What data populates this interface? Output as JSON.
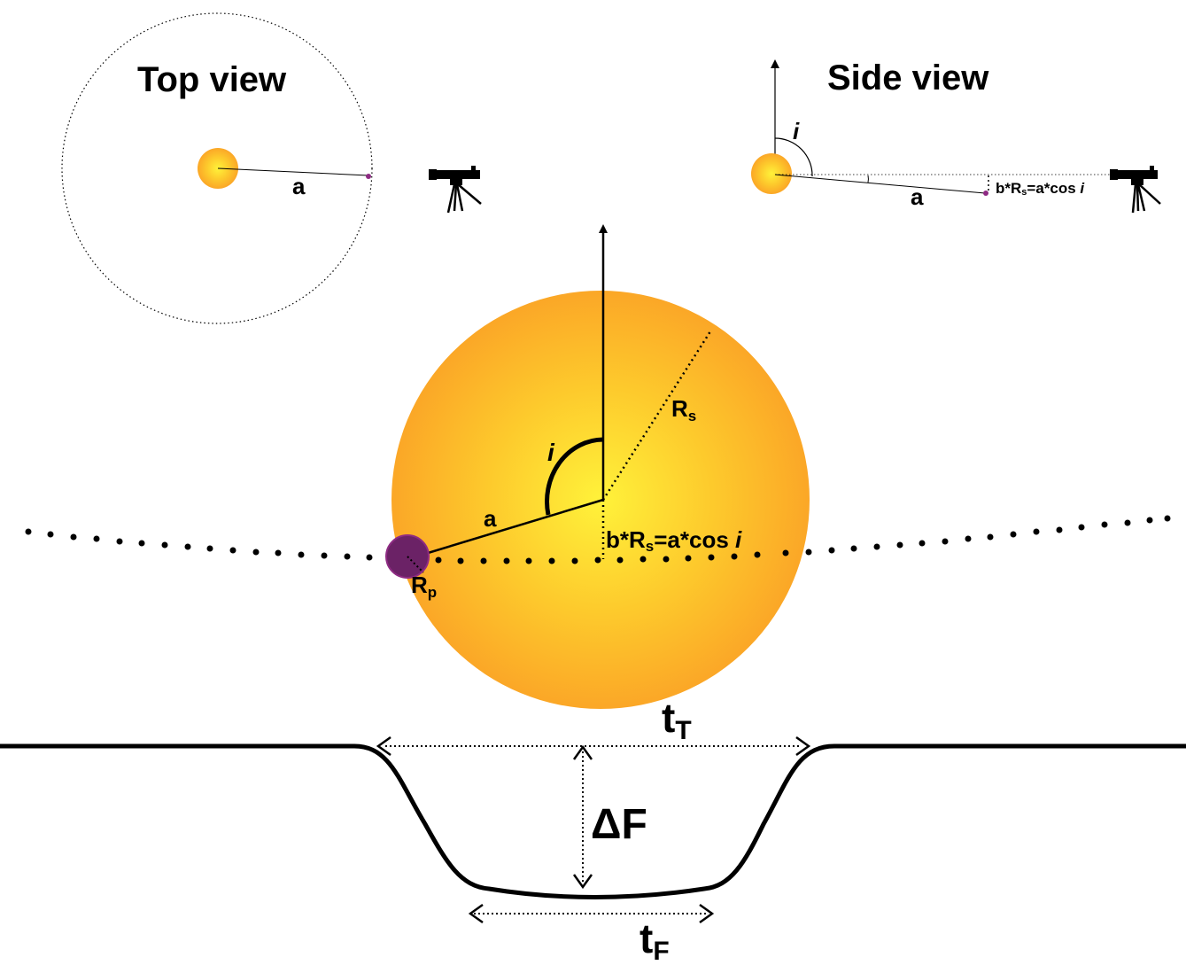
{
  "top_view": {
    "title": "Top view",
    "a_label": "a"
  },
  "side_view": {
    "title": "Side view",
    "i_label": "i",
    "a_label": "a",
    "b_label_prefix": "b*R",
    "b_label_sub": "s",
    "b_label_mid": "=a*cos ",
    "b_label_italic": "i"
  },
  "main": {
    "i_label": "i",
    "a_label": "a",
    "rs_label": "R",
    "rs_sub": "s",
    "rp_label": "R",
    "rp_sub": "p",
    "b_label_prefix": "b*R",
    "b_label_sub": "s",
    "b_label_mid": "=a*cos ",
    "b_label_italic": "i"
  },
  "light_curve": {
    "tT_label": "t",
    "tT_sub": "T",
    "dF_label": "ΔF",
    "tF_label": "t",
    "tF_sub": "F"
  },
  "colors": {
    "star_center": "#fff23a",
    "star_edge": "#fba727",
    "planet": "#6b2266",
    "planet_edge": "#8e2b83",
    "ink": "#000000"
  },
  "icons": [
    "telescope-icon"
  ]
}
